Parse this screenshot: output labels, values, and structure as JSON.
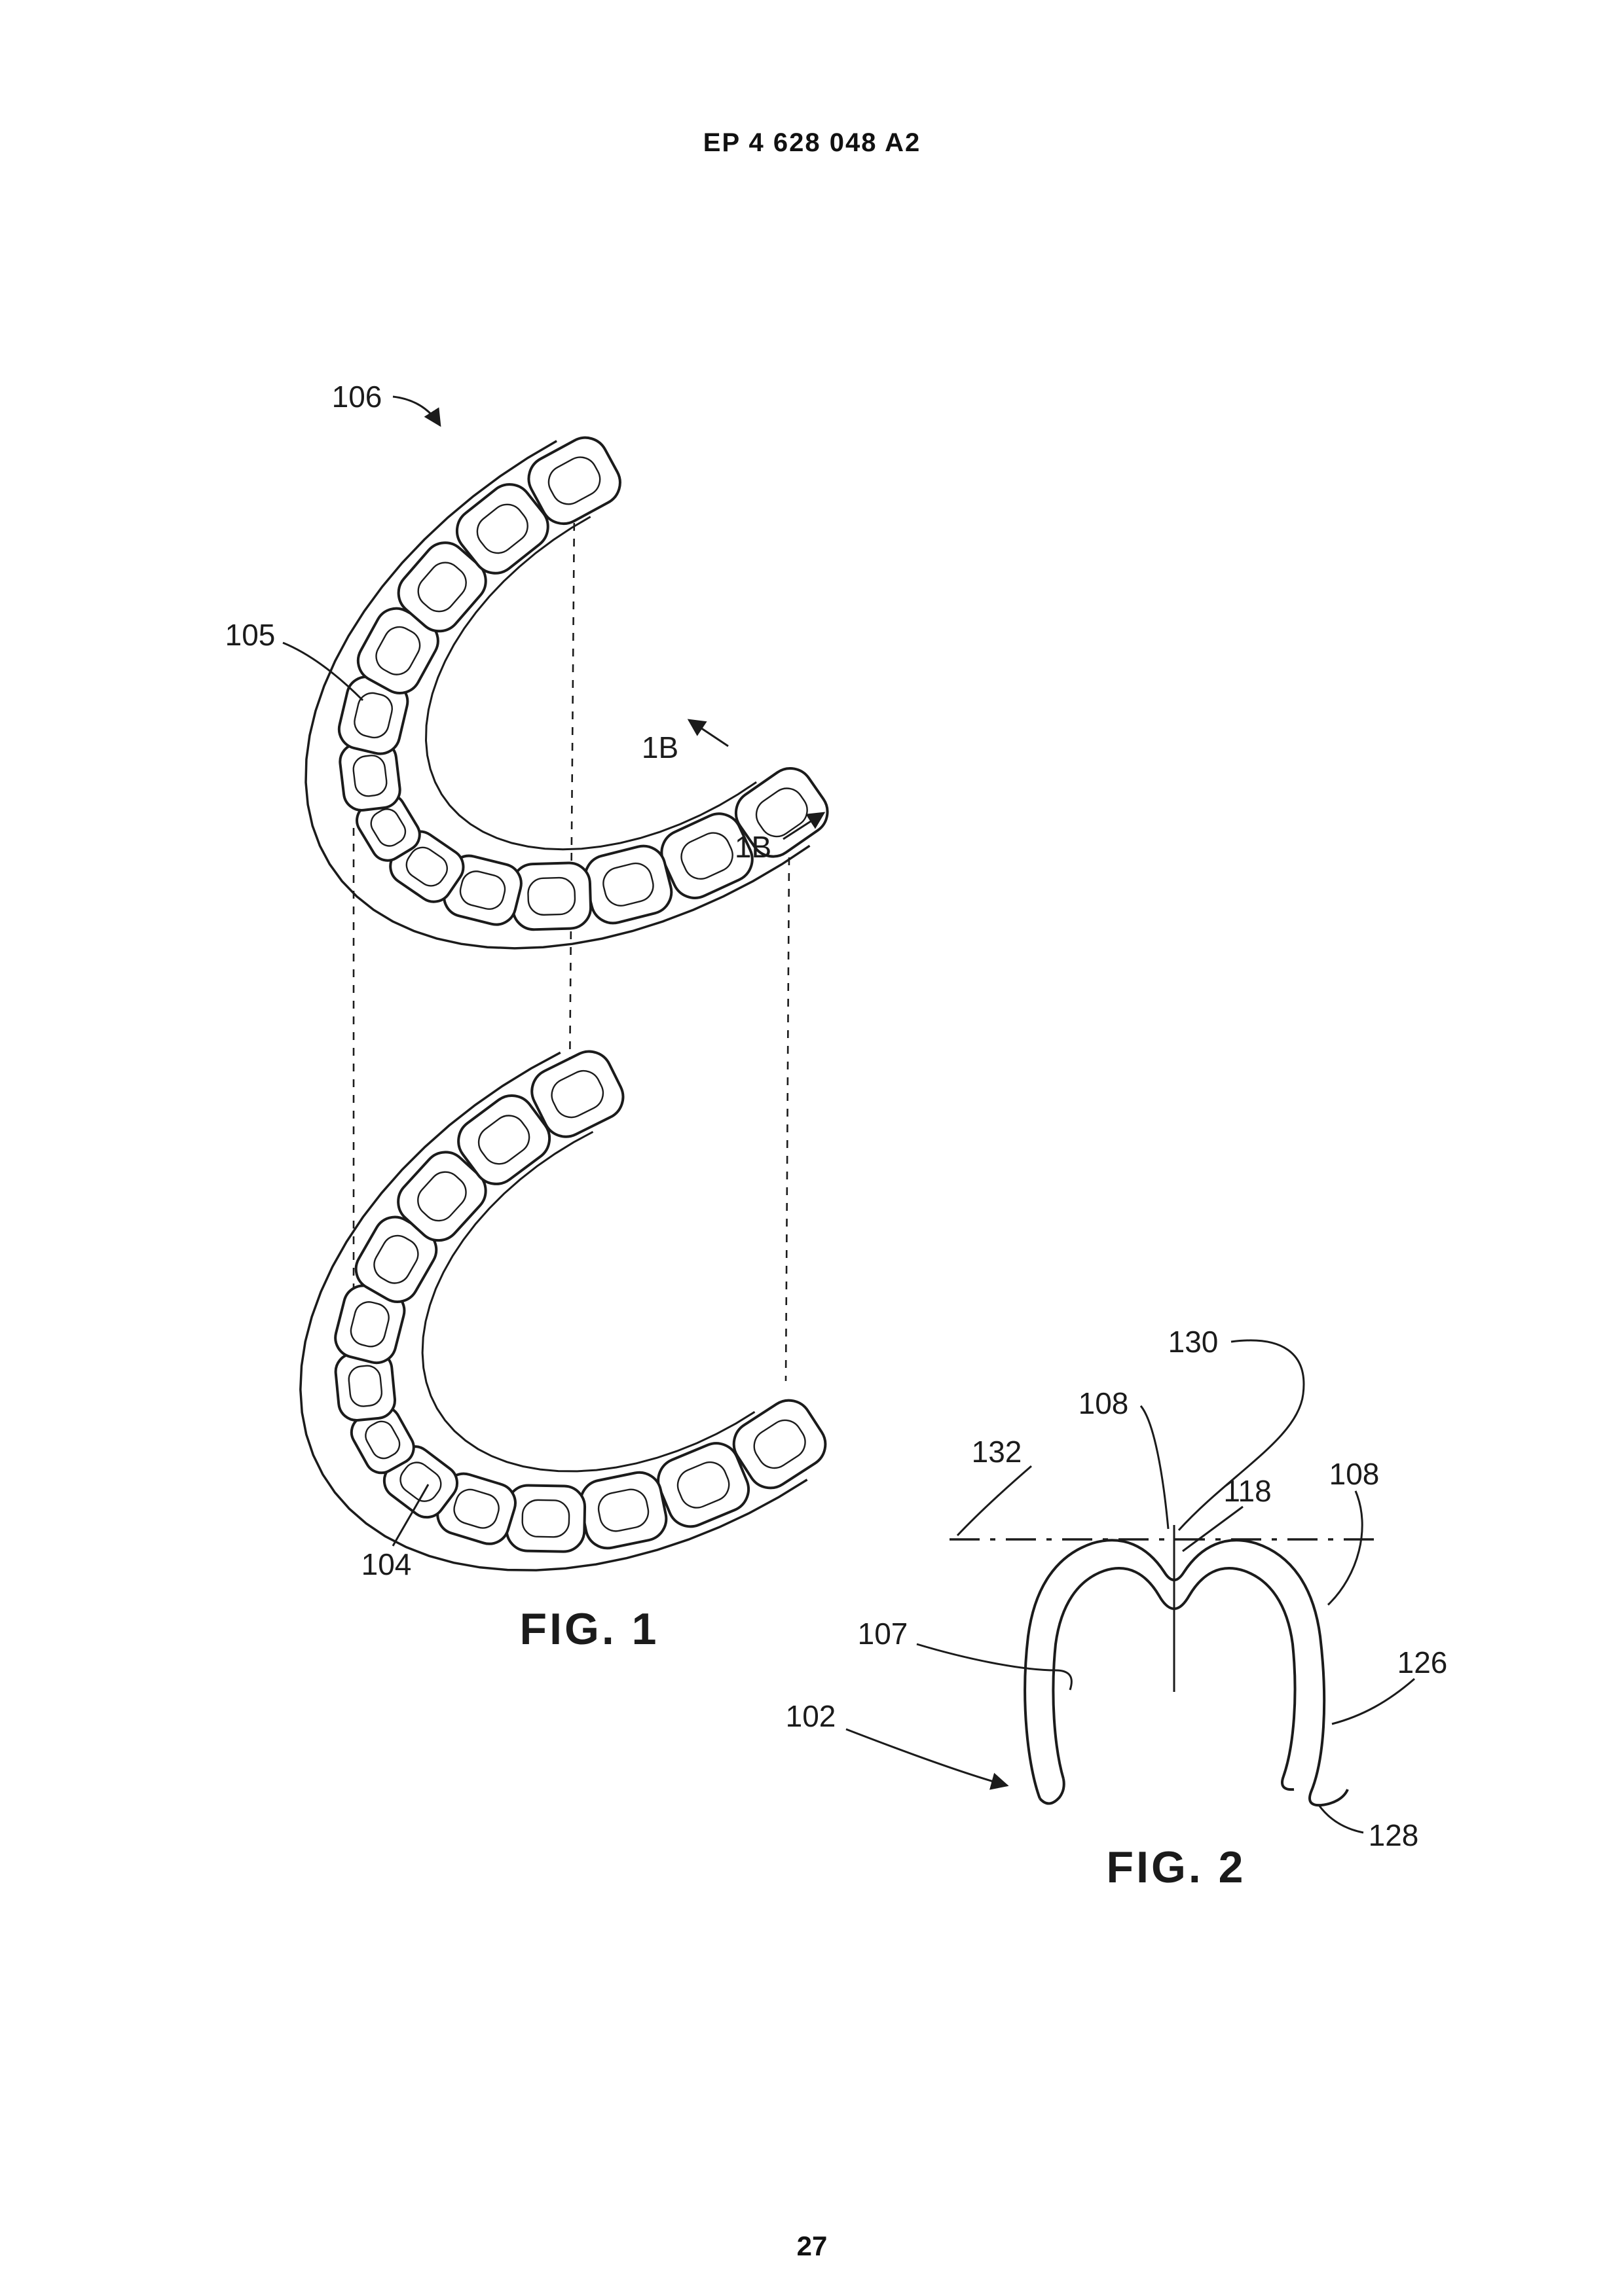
{
  "page": {
    "header": "EP 4 628 048 A2",
    "page_number": "27"
  },
  "figure1": {
    "caption": "FIG. 1",
    "labels": {
      "ref106": "106",
      "ref105": "105",
      "ref104": "104",
      "section1b_a": "1B",
      "section1b_b": "1B"
    }
  },
  "figure2": {
    "caption": "FIG. 2",
    "labels": {
      "ref130": "130",
      "ref108a": "108",
      "ref108b": "108",
      "ref132": "132",
      "ref118": "118",
      "ref107": "107",
      "ref126": "126",
      "ref102": "102",
      "ref128": "128"
    }
  },
  "colors": {
    "ink": "#1b1b1b",
    "paper": "#ffffff"
  }
}
